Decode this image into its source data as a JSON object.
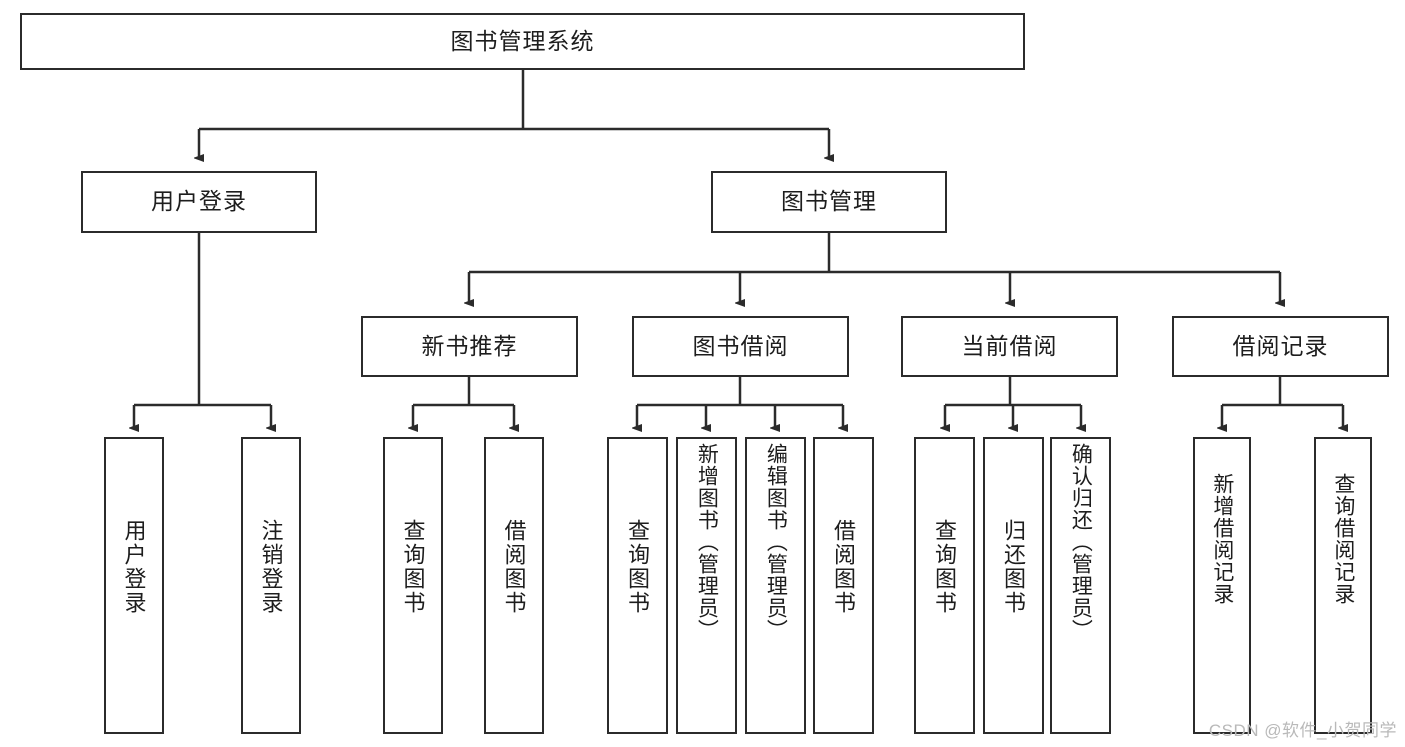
{
  "diagram": {
    "title": "图书管理系统",
    "type": "tree-hierarchy-diagram",
    "root": {
      "id": "root",
      "label": "图书管理系统"
    },
    "level2": [
      {
        "id": "user-login",
        "label": "用户登录"
      },
      {
        "id": "book-management",
        "label": "图书管理"
      }
    ],
    "level3": [
      {
        "id": "new-book-recommend",
        "label": "新书推荐"
      },
      {
        "id": "book-borrow",
        "label": "图书借阅"
      },
      {
        "id": "current-borrow",
        "label": "当前借阅"
      },
      {
        "id": "borrow-record",
        "label": "借阅记录"
      }
    ],
    "leaves": [
      {
        "id": "leaf-user-login",
        "label": "用户登录",
        "parent": "user-login"
      },
      {
        "id": "leaf-logout",
        "label": "注销登录",
        "parent": "user-login"
      },
      {
        "id": "leaf-query-book-1",
        "label": "查询图书",
        "parent": "new-book-recommend"
      },
      {
        "id": "leaf-borrow-book-1",
        "label": "借阅图书",
        "parent": "new-book-recommend"
      },
      {
        "id": "leaf-query-book-2",
        "label": "查询图书",
        "parent": "book-borrow"
      },
      {
        "id": "leaf-add-book",
        "label": "新增图书（管理员）",
        "parent": "book-borrow"
      },
      {
        "id": "leaf-edit-book",
        "label": "编辑图书（管理员）",
        "parent": "book-borrow"
      },
      {
        "id": "leaf-borrow-book-2",
        "label": "借阅图书",
        "parent": "book-borrow"
      },
      {
        "id": "leaf-query-book-3",
        "label": "查询图书",
        "parent": "current-borrow"
      },
      {
        "id": "leaf-return-book",
        "label": "归还图书",
        "parent": "current-borrow"
      },
      {
        "id": "leaf-confirm-return",
        "label": "确认归还（管理员）",
        "parent": "current-borrow"
      },
      {
        "id": "leaf-add-record",
        "label": "新增借阅记录",
        "parent": "borrow-record"
      },
      {
        "id": "leaf-query-record",
        "label": "查询借阅记录",
        "parent": "borrow-record"
      }
    ]
  },
  "watermark": {
    "text": "CSDN @软件_小贺同学"
  },
  "colors": {
    "stroke": "#2b2b2b",
    "background": "#ffffff",
    "text": "#1d1d1d",
    "watermark": "#b9b9b9"
  }
}
